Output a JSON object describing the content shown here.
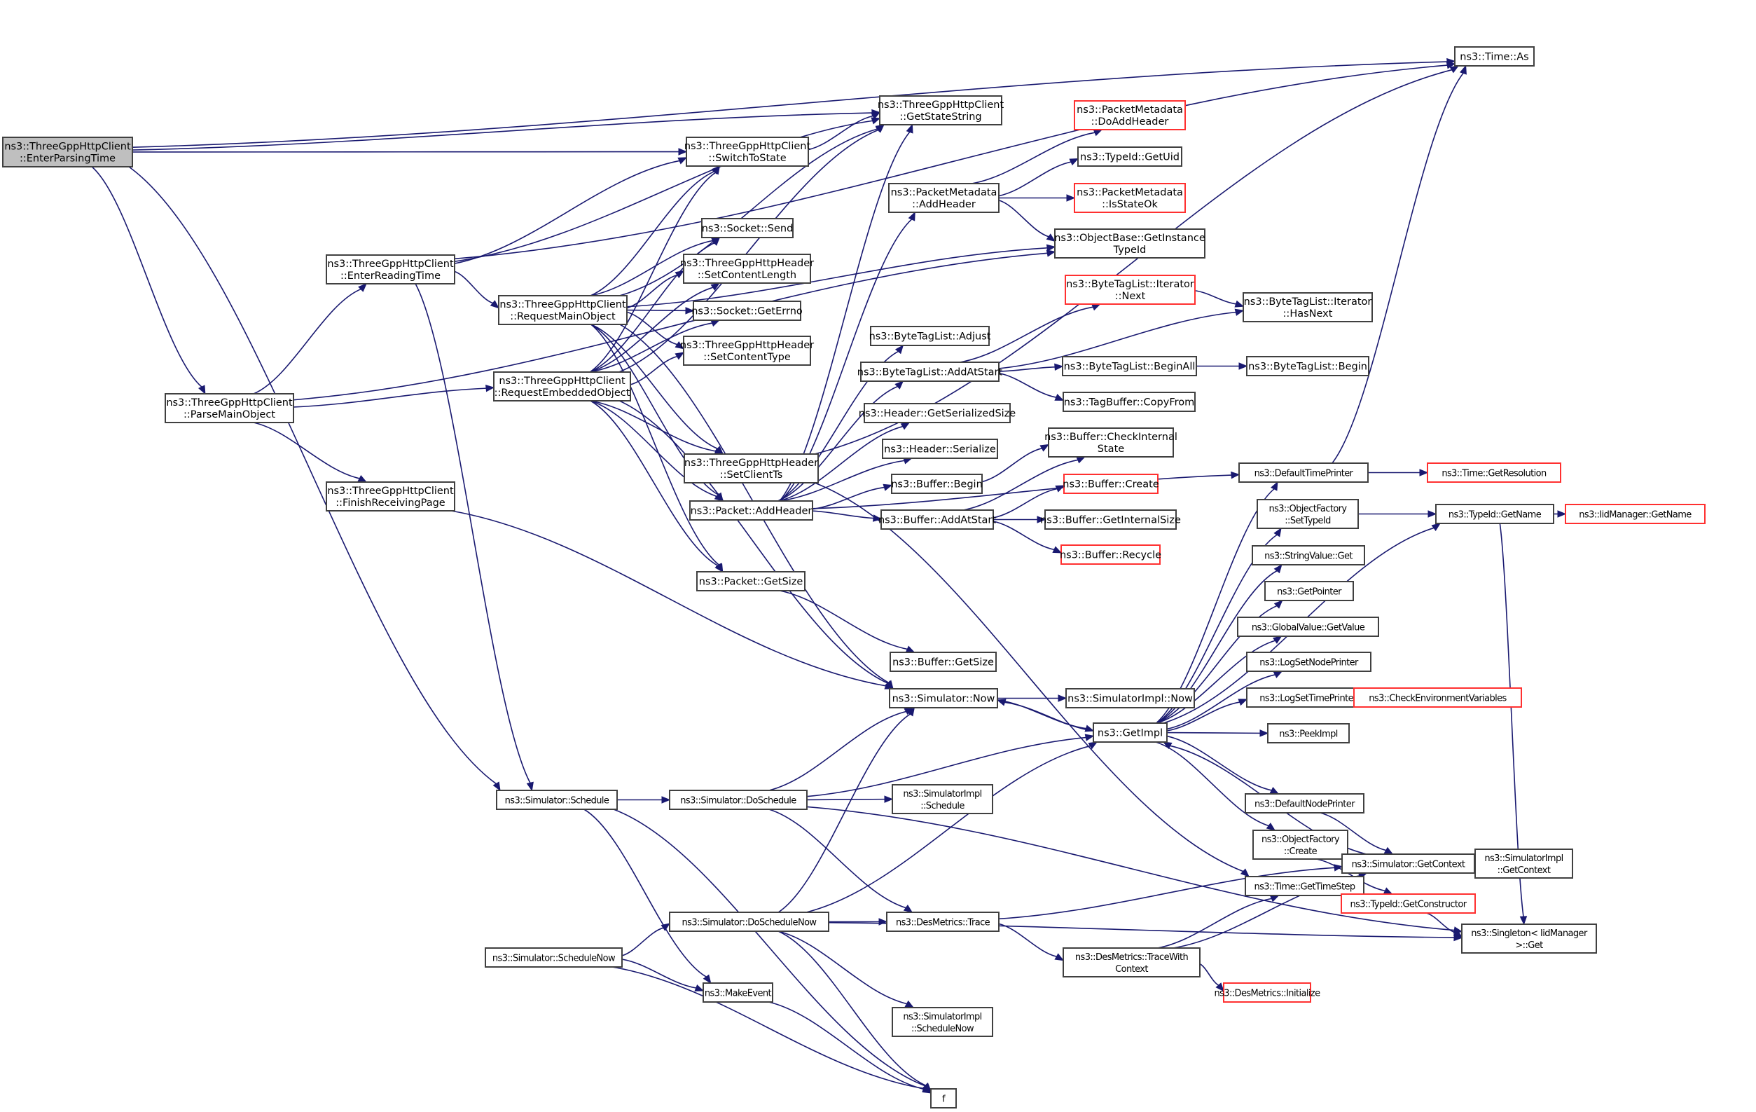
{
  "diagram": {
    "type": "call-graph",
    "colors": {
      "edge": "#191970",
      "root_fill": "#bfbfbf",
      "truncated_border": "#ff3030",
      "normal_border": "#404040"
    },
    "nodes": [
      {
        "id": "enterParsing",
        "lines": [
          "ns3::ThreeGppHttpClient",
          "::EnterParsingTime"
        ],
        "root": true
      },
      {
        "id": "timeAs",
        "lines": [
          "ns3::Time::As"
        ]
      },
      {
        "id": "getStateString",
        "lines": [
          "ns3::ThreeGppHttpClient",
          "::GetStateString"
        ]
      },
      {
        "id": "switchToState",
        "lines": [
          "ns3::ThreeGppHttpClient",
          "::SwitchToState"
        ]
      },
      {
        "id": "enterReading",
        "lines": [
          "ns3::ThreeGppHttpClient",
          "::EnterReadingTime"
        ]
      },
      {
        "id": "parseMain",
        "lines": [
          "ns3::ThreeGppHttpClient",
          "::ParseMainObject"
        ]
      },
      {
        "id": "finishRecv",
        "lines": [
          "ns3::ThreeGppHttpClient",
          "::FinishReceivingPage"
        ]
      },
      {
        "id": "reqMain",
        "lines": [
          "ns3::ThreeGppHttpClient",
          "::RequestMainObject"
        ]
      },
      {
        "id": "reqEmb",
        "lines": [
          "ns3::ThreeGppHttpClient",
          "::RequestEmbeddedObject"
        ]
      },
      {
        "id": "sockSend",
        "lines": [
          "ns3::Socket::Send"
        ]
      },
      {
        "id": "setContentLen",
        "lines": [
          "ns3::ThreeGppHttpHeader",
          "::SetContentLength"
        ]
      },
      {
        "id": "sockErrno",
        "lines": [
          "ns3::Socket::GetErrno"
        ]
      },
      {
        "id": "setContentType",
        "lines": [
          "ns3::ThreeGppHttpHeader",
          "::SetContentType"
        ]
      },
      {
        "id": "setClientTs",
        "lines": [
          "ns3::ThreeGppHttpHeader",
          "::SetClientTs"
        ]
      },
      {
        "id": "pktAddHeader",
        "lines": [
          "ns3::Packet::AddHeader"
        ]
      },
      {
        "id": "pktGetSize",
        "lines": [
          "ns3::Packet::GetSize"
        ]
      },
      {
        "id": "pmAddHeader",
        "lines": [
          "ns3::PacketMetadata",
          "::AddHeader"
        ]
      },
      {
        "id": "pmDoAddHeader",
        "lines": [
          "ns3::PacketMetadata",
          "::DoAddHeader"
        ],
        "red": true
      },
      {
        "id": "typeIdGetUid",
        "lines": [
          "ns3::TypeId::GetUid"
        ]
      },
      {
        "id": "pmIsStateOk",
        "lines": [
          "ns3::PacketMetadata",
          "::IsStateOk"
        ],
        "red": true
      },
      {
        "id": "objBaseTypeId",
        "lines": [
          "ns3::ObjectBase::GetInstance",
          "TypeId"
        ]
      },
      {
        "id": "btlAdjust",
        "lines": [
          "ns3::ByteTagList::Adjust"
        ]
      },
      {
        "id": "btlAddAtStart",
        "lines": [
          "ns3::ByteTagList::AddAtStart"
        ]
      },
      {
        "id": "btlIterNext",
        "lines": [
          "ns3::ByteTagList::Iterator",
          "::Next"
        ],
        "red": true
      },
      {
        "id": "btlIterHasNext",
        "lines": [
          "ns3::ByteTagList::Iterator",
          "::HasNext"
        ]
      },
      {
        "id": "btlBeginAll",
        "lines": [
          "ns3::ByteTagList::BeginAll"
        ]
      },
      {
        "id": "btlBegin",
        "lines": [
          "ns3::ByteTagList::Begin"
        ]
      },
      {
        "id": "tagBufCopy",
        "lines": [
          "ns3::TagBuffer::CopyFrom"
        ]
      },
      {
        "id": "hdrSerSize",
        "lines": [
          "ns3::Header::GetSerializedSize"
        ]
      },
      {
        "id": "hdrSerialize",
        "lines": [
          "ns3::Header::Serialize"
        ]
      },
      {
        "id": "bufBegin",
        "lines": [
          "ns3::Buffer::Begin"
        ]
      },
      {
        "id": "bufAddAtStart",
        "lines": [
          "ns3::Buffer::AddAtStart"
        ]
      },
      {
        "id": "bufCheck",
        "lines": [
          "ns3::Buffer::CheckInternal",
          "State"
        ]
      },
      {
        "id": "bufCreate",
        "lines": [
          "ns3::Buffer::Create"
        ],
        "red": true
      },
      {
        "id": "bufIntSize",
        "lines": [
          "ns3::Buffer::GetInternalSize"
        ]
      },
      {
        "id": "bufRecycle",
        "lines": [
          "ns3::Buffer::Recycle"
        ],
        "red": true
      },
      {
        "id": "bufGetSize",
        "lines": [
          "ns3::Buffer::GetSize"
        ]
      },
      {
        "id": "simNow",
        "lines": [
          "ns3::Simulator::Now"
        ]
      },
      {
        "id": "simImplNow",
        "lines": [
          "ns3::SimulatorImpl::Now"
        ]
      },
      {
        "id": "getImpl",
        "lines": [
          "ns3::GetImpl"
        ]
      },
      {
        "id": "defTimePrinter",
        "lines": [
          "ns3::DefaultTimePrinter"
        ]
      },
      {
        "id": "timeGetRes",
        "lines": [
          "ns3::Time::GetResolution"
        ],
        "red": true
      },
      {
        "id": "ofSetTypeId",
        "lines": [
          "ns3::ObjectFactory",
          "::SetTypeId"
        ]
      },
      {
        "id": "typeIdGetName",
        "lines": [
          "ns3::TypeId::GetName"
        ]
      },
      {
        "id": "iidGetName",
        "lines": [
          "ns3::IidManager::GetName"
        ],
        "red": true
      },
      {
        "id": "strValGet",
        "lines": [
          "ns3::StringValue::Get"
        ]
      },
      {
        "id": "getPointer",
        "lines": [
          "ns3::GetPointer"
        ]
      },
      {
        "id": "gvGetValue",
        "lines": [
          "ns3::GlobalValue::GetValue"
        ]
      },
      {
        "id": "logNodePrinter",
        "lines": [
          "ns3::LogSetNodePrinter"
        ]
      },
      {
        "id": "logTimePrinter",
        "lines": [
          "ns3::LogSetTimePrinter"
        ]
      },
      {
        "id": "checkEnv",
        "lines": [
          "ns3::CheckEnvironmentVariables"
        ],
        "red": true
      },
      {
        "id": "peekImpl",
        "lines": [
          "ns3::PeekImpl"
        ]
      },
      {
        "id": "defNodePrinter",
        "lines": [
          "ns3::DefaultNodePrinter"
        ]
      },
      {
        "id": "ofCreate",
        "lines": [
          "ns3::ObjectFactory",
          "::Create"
        ]
      },
      {
        "id": "timeGetStep",
        "lines": [
          "ns3::Time::GetTimeStep"
        ]
      },
      {
        "id": "simGetContext",
        "lines": [
          "ns3::Simulator::GetContext"
        ]
      },
      {
        "id": "simImplGetCtx",
        "lines": [
          "ns3::SimulatorImpl",
          "::GetContext"
        ]
      },
      {
        "id": "typeIdGetCtor",
        "lines": [
          "ns3::TypeId::GetConstructor"
        ],
        "red": true
      },
      {
        "id": "singletonGet",
        "lines": [
          "ns3::Singleton< IidManager",
          ">::Get"
        ]
      },
      {
        "id": "simSchedule",
        "lines": [
          "ns3::Simulator::Schedule"
        ]
      },
      {
        "id": "simDoSchedule",
        "lines": [
          "ns3::Simulator::DoSchedule"
        ]
      },
      {
        "id": "simImplSchedule",
        "lines": [
          "ns3::SimulatorImpl",
          "::Schedule"
        ]
      },
      {
        "id": "simDoSchedNow",
        "lines": [
          "ns3::Simulator::DoScheduleNow"
        ]
      },
      {
        "id": "desTrace",
        "lines": [
          "ns3::DesMetrics::Trace"
        ]
      },
      {
        "id": "desTraceCtx",
        "lines": [
          "ns3::DesMetrics::TraceWith",
          "Context"
        ]
      },
      {
        "id": "desInit",
        "lines": [
          "ns3::DesMetrics::Initialize"
        ],
        "red": true
      },
      {
        "id": "simSchedNow",
        "lines": [
          "ns3::Simulator::ScheduleNow"
        ]
      },
      {
        "id": "makeEvent",
        "lines": [
          "ns3::MakeEvent"
        ]
      },
      {
        "id": "simImplSchedNow",
        "lines": [
          "ns3::SimulatorImpl",
          "::ScheduleNow"
        ]
      },
      {
        "id": "f",
        "lines": [
          "f"
        ]
      }
    ],
    "edges": [
      [
        "enterParsing",
        "timeAs"
      ],
      [
        "enterParsing",
        "getStateString"
      ],
      [
        "enterParsing",
        "switchToState"
      ],
      [
        "enterParsing",
        "parseMain"
      ],
      [
        "enterParsing",
        "simSchedule"
      ],
      [
        "parseMain",
        "enterReading"
      ],
      [
        "parseMain",
        "reqEmb"
      ],
      [
        "parseMain",
        "finishRecv"
      ],
      [
        "parseMain",
        "simScheduleNow_placeholder"
      ],
      [
        "parseMain",
        "objBaseTypeId"
      ],
      [
        "enterReading",
        "timeAs"
      ],
      [
        "enterReading",
        "getStateString"
      ],
      [
        "enterReading",
        "switchToState"
      ],
      [
        "enterReading",
        "reqMain"
      ],
      [
        "enterReading",
        "simSchedule"
      ],
      [
        "finishRecv",
        "simNow"
      ],
      [
        "switchToState",
        "getStateString"
      ],
      [
        "reqMain",
        "getStateString"
      ],
      [
        "reqMain",
        "switchToState"
      ],
      [
        "reqMain",
        "sockSend"
      ],
      [
        "reqMain",
        "setContentLen"
      ],
      [
        "reqMain",
        "sockErrno"
      ],
      [
        "reqMain",
        "setContentType"
      ],
      [
        "reqMain",
        "setClientTs"
      ],
      [
        "reqMain",
        "pktAddHeader"
      ],
      [
        "reqMain",
        "pktGetSize"
      ],
      [
        "reqMain",
        "simNow"
      ],
      [
        "reqMain",
        "objBaseTypeId"
      ],
      [
        "reqEmb",
        "getStateString"
      ],
      [
        "reqEmb",
        "switchToState"
      ],
      [
        "reqEmb",
        "sockSend"
      ],
      [
        "reqEmb",
        "setContentLen"
      ],
      [
        "reqEmb",
        "sockErrno"
      ],
      [
        "reqEmb",
        "setContentType"
      ],
      [
        "reqEmb",
        "setClientTs"
      ],
      [
        "reqEmb",
        "pktAddHeader"
      ],
      [
        "reqEmb",
        "pktGetSize"
      ],
      [
        "reqEmb",
        "simNow"
      ],
      [
        "setClientTs",
        "timeAs"
      ],
      [
        "setClientTs",
        "timeGetStep"
      ],
      [
        "pktAddHeader",
        "pmAddHeader"
      ],
      [
        "pktAddHeader",
        "btlAdjust"
      ],
      [
        "pktAddHeader",
        "btlAddAtStart"
      ],
      [
        "pktAddHeader",
        "hdrSerSize"
      ],
      [
        "pktAddHeader",
        "hdrSerialize"
      ],
      [
        "pktAddHeader",
        "bufBegin"
      ],
      [
        "pktAddHeader",
        "bufAddAtStart"
      ],
      [
        "pktAddHeader",
        "getStateString"
      ],
      [
        "pktAddHeader",
        "defTimePrinter"
      ],
      [
        "pktGetSize",
        "bufGetSize"
      ],
      [
        "pmAddHeader",
        "pmDoAddHeader"
      ],
      [
        "pmAddHeader",
        "typeIdGetUid"
      ],
      [
        "pmAddHeader",
        "pmIsStateOk"
      ],
      [
        "pmAddHeader",
        "objBaseTypeId"
      ],
      [
        "btlAddAtStart",
        "btlIterNext"
      ],
      [
        "btlAddAtStart",
        "btlIterHasNext"
      ],
      [
        "btlAddAtStart",
        "btlBeginAll"
      ],
      [
        "btlAddAtStart",
        "tagBufCopy"
      ],
      [
        "btlIterNext",
        "btlIterHasNext"
      ],
      [
        "btlBeginAll",
        "btlBegin"
      ],
      [
        "bufBegin",
        "bufCheck"
      ],
      [
        "bufAddAtStart",
        "bufCheck"
      ],
      [
        "bufAddAtStart",
        "bufCreate"
      ],
      [
        "bufAddAtStart",
        "bufIntSize"
      ],
      [
        "bufAddAtStart",
        "bufRecycle"
      ],
      [
        "simNow",
        "simImplNow"
      ],
      [
        "simNow",
        "getImpl"
      ],
      [
        "getImpl",
        "defTimePrinter"
      ],
      [
        "getImpl",
        "ofSetTypeId"
      ],
      [
        "getImpl",
        "strValGet"
      ],
      [
        "getImpl",
        "getPointer"
      ],
      [
        "getImpl",
        "gvGetValue"
      ],
      [
        "getImpl",
        "logNodePrinter"
      ],
      [
        "getImpl",
        "logTimePrinter"
      ],
      [
        "getImpl",
        "peekImpl"
      ],
      [
        "getImpl",
        "defNodePrinter"
      ],
      [
        "getImpl",
        "ofCreate"
      ],
      [
        "getImpl",
        "simNow"
      ],
      [
        "getImpl",
        "typeIdGetName"
      ],
      [
        "defTimePrinter",
        "timeGetRes"
      ],
      [
        "defTimePrinter",
        "timeAs"
      ],
      [
        "ofSetTypeId",
        "typeIdGetName"
      ],
      [
        "typeIdGetName",
        "iidGetName"
      ],
      [
        "typeIdGetName",
        "singletonGet"
      ],
      [
        "logTimePrinter",
        "checkEnv"
      ],
      [
        "defNodePrinter",
        "simGetContext"
      ],
      [
        "ofCreate",
        "typeIdGetCtor"
      ],
      [
        "typeIdGetCtor",
        "singletonGet"
      ],
      [
        "simGetContext",
        "simImplGetCtx"
      ],
      [
        "simGetContext",
        "getImpl"
      ],
      [
        "simSchedule",
        "simDoSchedule"
      ],
      [
        "simSchedule",
        "makeEvent"
      ],
      [
        "simSchedule",
        "f"
      ],
      [
        "simDoSchedule",
        "simImplSchedule"
      ],
      [
        "simDoSchedule",
        "simNow"
      ],
      [
        "simDoSchedule",
        "getImpl"
      ],
      [
        "simDoSchedule",
        "desTrace"
      ],
      [
        "simDoSchedule",
        "singletonGet"
      ],
      [
        "simSchedNow",
        "simDoSchedNow"
      ],
      [
        "simSchedNow",
        "makeEvent"
      ],
      [
        "simSchedNow",
        "f"
      ],
      [
        "simDoSchedNow",
        "desTrace"
      ],
      [
        "simDoSchedNow",
        "simNow"
      ],
      [
        "simDoSchedNow",
        "getImpl"
      ],
      [
        "simDoSchedNow",
        "simImplSchedNow"
      ],
      [
        "simDoSchedNow",
        "f"
      ],
      [
        "simDoSchedNow",
        "singletonGet"
      ],
      [
        "desTrace",
        "desTraceCtx"
      ],
      [
        "desTrace",
        "simGetContext"
      ],
      [
        "desTraceCtx",
        "desInit"
      ],
      [
        "desTraceCtx",
        "timeGetStep"
      ],
      [
        "desTraceCtx",
        "simGetContext"
      ],
      [
        "makeEvent",
        "f"
      ]
    ]
  }
}
